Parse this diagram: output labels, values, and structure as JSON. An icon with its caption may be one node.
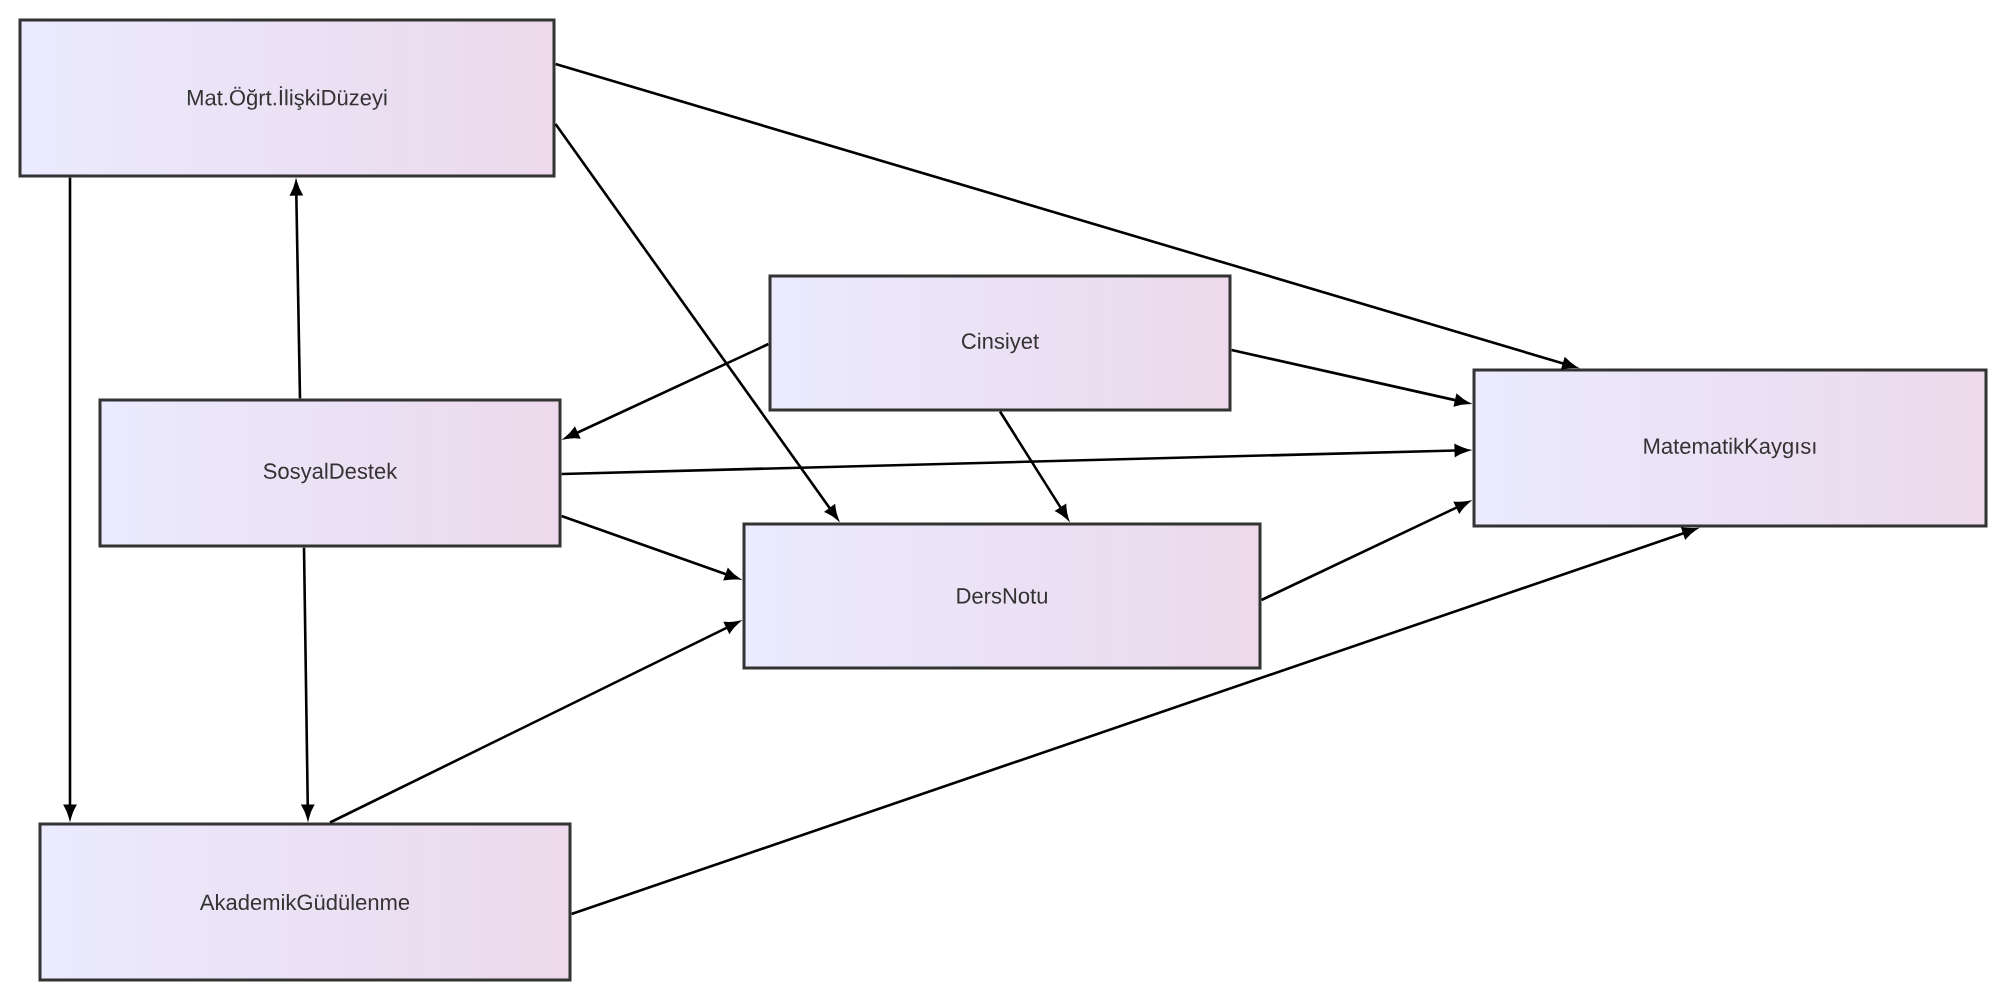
{
  "diagram": {
    "nodes": [
      {
        "text": [
          "Mat.Öğrt.İlişkiDüzeyi"
        ]
      },
      {
        "text": [
          "Cinsiyet"
        ]
      },
      {
        "text": [
          "SosyalDestek"
        ]
      },
      {
        "text": [
          "MatematikKaygısı"
        ]
      },
      {
        "text": [
          "DersNotu"
        ]
      },
      {
        "text": [
          "AkademikGüdülenme"
        ]
      }
    ],
    "edges": [
      {
        "from": 0,
        "to": 3,
        "arrow": "to"
      },
      {
        "from": 0,
        "to": 4,
        "arrow": "to"
      },
      {
        "from": 0,
        "to": 5,
        "arrow": "to"
      },
      {
        "from": 2,
        "to": 0,
        "arrow": "to"
      },
      {
        "from": 1,
        "to": 2,
        "arrow": "to"
      },
      {
        "from": 1,
        "to": 3,
        "arrow": "to"
      },
      {
        "from": 1,
        "to": 4,
        "arrow": "to"
      },
      {
        "from": 2,
        "to": 3,
        "arrow": "to"
      },
      {
        "from": 2,
        "to": 4,
        "arrow": "to"
      },
      {
        "from": 2,
        "to": 5,
        "arrow": "to"
      },
      {
        "from": 5,
        "to": 4,
        "arrow": "to"
      },
      {
        "from": 5,
        "to": 3,
        "arrow": "to"
      },
      {
        "from": 4,
        "to": 3,
        "arrow": "to"
      }
    ]
  }
}
